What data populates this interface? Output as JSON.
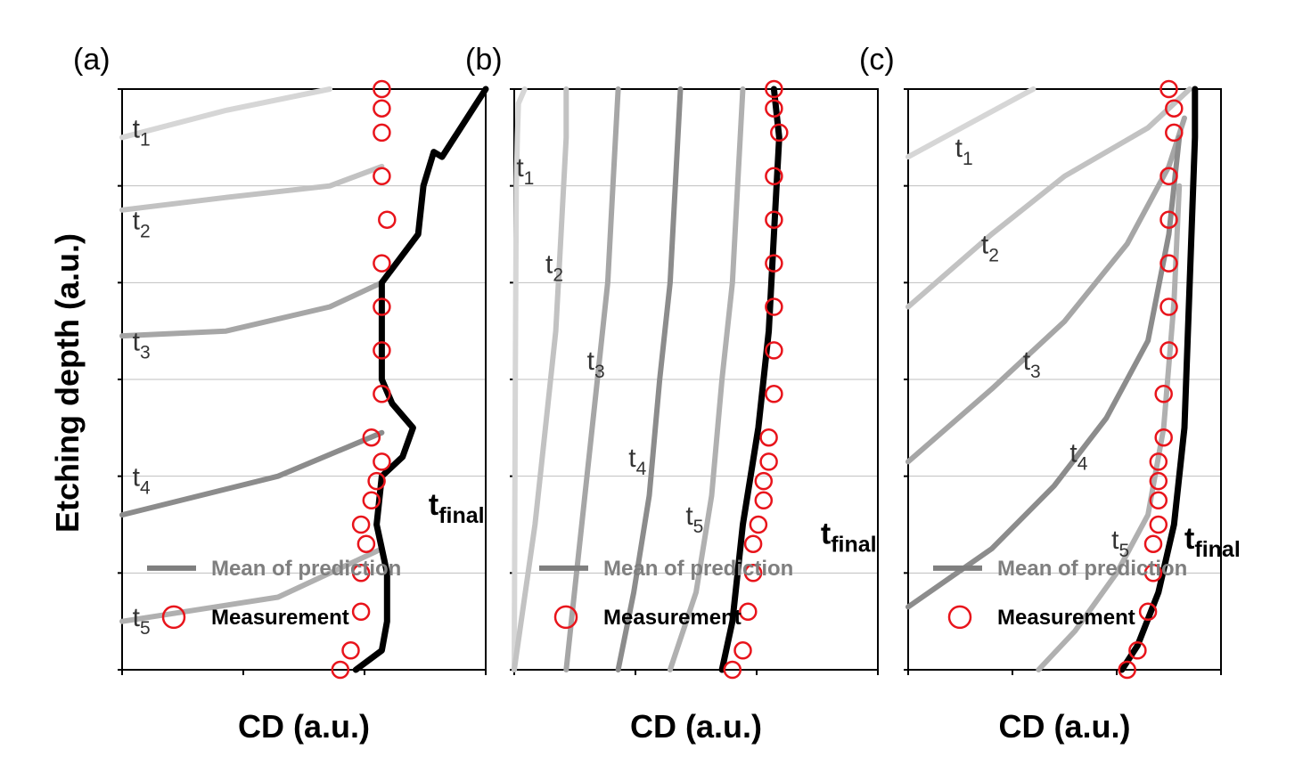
{
  "ylabel": "Etching depth (a.u.)",
  "colors": {
    "t1": "#d6d6d6",
    "t2": "#c2c2c2",
    "t3": "#a6a6a6",
    "t4": "#8c8c8c",
    "t5": "#b0b0b0",
    "final": "#000000",
    "measurement": "#e8141b",
    "grid": "#bfbfbf"
  },
  "chart_data": [
    {
      "type": "line",
      "panel_label": "(a)",
      "xlabel": "CD (a.u.)",
      "xlim": [
        0,
        3.5
      ],
      "ylim": [
        0,
        6
      ],
      "x_ticks": 3,
      "y_ticks": 6,
      "grid": true,
      "legend": {
        "placement": "bottom-left",
        "mean_label": "Mean of prediction",
        "measurement_label": "Measurement"
      },
      "final_label": {
        "main": "t",
        "sub": "final",
        "x": 2.95,
        "y": 1.6
      },
      "series": [
        {
          "id": "t1",
          "label": {
            "main": "t",
            "sub": "1",
            "x": 0.1,
            "y": 5.5
          },
          "x": [
            0,
            1.0,
            2.0
          ],
          "y": [
            5.5,
            5.78,
            6.0
          ]
        },
        {
          "id": "t2",
          "label": {
            "main": "t",
            "sub": "2",
            "x": 0.1,
            "y": 4.55
          },
          "x": [
            0,
            1.0,
            2.0,
            2.5
          ],
          "y": [
            4.75,
            4.88,
            5.0,
            5.2
          ]
        },
        {
          "id": "t3",
          "label": {
            "main": "t",
            "sub": "3",
            "x": 0.1,
            "y": 3.3
          },
          "x": [
            0,
            1.0,
            2.0,
            2.5
          ],
          "y": [
            3.45,
            3.5,
            3.75,
            4.0
          ]
        },
        {
          "id": "t4",
          "label": {
            "main": "t",
            "sub": "4",
            "x": 0.1,
            "y": 1.9
          },
          "x": [
            0,
            1.5,
            2.5
          ],
          "y": [
            1.6,
            2.0,
            2.45
          ]
        },
        {
          "id": "t5",
          "label": {
            "main": "t",
            "sub": "5",
            "x": 0.1,
            "y": 0.45
          },
          "x": [
            0,
            1.5,
            2.5
          ],
          "y": [
            0.5,
            0.75,
            1.25
          ]
        },
        {
          "id": "final",
          "x": [
            2.25,
            2.5,
            2.55,
            2.55,
            2.45,
            2.5,
            2.7,
            2.8,
            2.6,
            2.5,
            2.5,
            2.85,
            2.9,
            3.0,
            3.08,
            3.2,
            3.5
          ],
          "y": [
            0,
            0.2,
            0.5,
            1.0,
            1.5,
            2.0,
            2.2,
            2.5,
            2.75,
            3.0,
            4.0,
            4.5,
            5.0,
            5.35,
            5.3,
            5.5,
            6.0
          ]
        }
      ],
      "measurements": {
        "x": [
          2.1,
          2.2,
          2.3,
          2.3,
          2.35,
          2.3,
          2.4,
          2.45,
          2.5,
          2.4,
          2.5,
          2.5,
          2.5,
          2.5,
          2.55,
          2.5,
          2.5,
          2.5,
          2.5
        ],
        "y": [
          0,
          0.2,
          0.6,
          1.0,
          1.3,
          1.5,
          1.75,
          1.95,
          2.15,
          2.4,
          2.85,
          3.3,
          3.75,
          4.2,
          4.65,
          5.1,
          5.55,
          5.8,
          6.0
        ]
      }
    },
    {
      "type": "line",
      "panel_label": "(b)",
      "xlabel": "CD (a.u.)",
      "xlim": [
        0,
        3.5
      ],
      "ylim": [
        0,
        6
      ],
      "x_ticks": 3,
      "y_ticks": 6,
      "grid": true,
      "legend": {
        "placement": "bottom-left",
        "mean_label": "Mean of prediction",
        "measurement_label": "Measurement"
      },
      "final_label": {
        "main": "t",
        "sub": "final",
        "x": 2.95,
        "y": 1.3
      },
      "series": [
        {
          "id": "t1",
          "label": {
            "main": "t",
            "sub": "1",
            "x": 0.02,
            "y": 5.1
          },
          "x": [
            0,
            0.01,
            0.02,
            0.03,
            0.04,
            0.1
          ],
          "y": [
            0,
            3.0,
            5.0,
            5.5,
            5.85,
            6.0
          ]
        },
        {
          "id": "t2",
          "label": {
            "main": "t",
            "sub": "2",
            "x": 0.3,
            "y": 4.1
          },
          "x": [
            0,
            0.2,
            0.3,
            0.4,
            0.45,
            0.5,
            0.5
          ],
          "y": [
            0,
            1.5,
            2.5,
            3.5,
            4.5,
            5.5,
            6.0
          ]
        },
        {
          "id": "t3",
          "label": {
            "main": "t",
            "sub": "3",
            "x": 0.7,
            "y": 3.1
          },
          "x": [
            0.5,
            0.6,
            0.7,
            0.8,
            0.9,
            0.95,
            1.0
          ],
          "y": [
            0,
            1.0,
            2.0,
            3.0,
            4.0,
            5.0,
            6.0
          ]
        },
        {
          "id": "t4",
          "label": {
            "main": "t",
            "sub": "4",
            "x": 1.1,
            "y": 2.1
          },
          "x": [
            1.0,
            1.15,
            1.3,
            1.4,
            1.5,
            1.55,
            1.6
          ],
          "y": [
            0,
            0.8,
            1.8,
            3.0,
            4.0,
            5.0,
            6.0
          ]
        },
        {
          "id": "t5",
          "label": {
            "main": "t",
            "sub": "5",
            "x": 1.65,
            "y": 1.5
          },
          "x": [
            1.5,
            1.75,
            1.9,
            2.0,
            2.1,
            2.15,
            2.2
          ],
          "y": [
            0,
            0.8,
            1.8,
            3.0,
            4.0,
            5.0,
            6.0
          ]
        },
        {
          "id": "final",
          "x": [
            2.0,
            2.1,
            2.2,
            2.35,
            2.45,
            2.5,
            2.55,
            2.5
          ],
          "y": [
            0,
            0.5,
            1.5,
            2.5,
            3.5,
            4.5,
            5.5,
            6.0
          ]
        }
      ],
      "measurements": {
        "x": [
          2.1,
          2.2,
          2.25,
          2.3,
          2.3,
          2.35,
          2.4,
          2.4,
          2.45,
          2.45,
          2.5,
          2.5,
          2.5,
          2.5,
          2.5,
          2.5,
          2.55,
          2.5,
          2.5
        ],
        "y": [
          0,
          0.2,
          0.6,
          1.0,
          1.3,
          1.5,
          1.75,
          1.95,
          2.15,
          2.4,
          2.85,
          3.3,
          3.75,
          4.2,
          4.65,
          5.1,
          5.55,
          5.8,
          6.0
        ]
      }
    },
    {
      "type": "line",
      "panel_label": "(c)",
      "xlabel": "CD (a.u.)",
      "xlim": [
        0,
        3.0
      ],
      "ylim": [
        0,
        6
      ],
      "x_ticks": 3,
      "y_ticks": 6,
      "grid": true,
      "legend": {
        "placement": "bottom-left",
        "mean_label": "Mean of prediction",
        "measurement_label": "Measurement"
      },
      "final_label": {
        "main": "t",
        "sub": "final",
        "x": 2.65,
        "y": 1.25
      },
      "series": [
        {
          "id": "t1",
          "label": {
            "main": "t",
            "sub": "1",
            "x": 0.45,
            "y": 5.3
          },
          "x": [
            0,
            0.6,
            1.2
          ],
          "y": [
            5.3,
            5.65,
            6.0
          ]
        },
        {
          "id": "t2",
          "label": {
            "main": "t",
            "sub": "2",
            "x": 0.7,
            "y": 4.3
          },
          "x": [
            0,
            0.8,
            1.5,
            2.3,
            2.7
          ],
          "y": [
            3.75,
            4.5,
            5.1,
            5.6,
            6.0
          ]
        },
        {
          "id": "t3",
          "label": {
            "main": "t",
            "sub": "3",
            "x": 1.1,
            "y": 3.1
          },
          "x": [
            0,
            0.8,
            1.5,
            2.1,
            2.5,
            2.65
          ],
          "y": [
            2.15,
            2.9,
            3.6,
            4.4,
            5.2,
            5.7
          ]
        },
        {
          "id": "t4",
          "label": {
            "main": "t",
            "sub": "4",
            "x": 1.55,
            "y": 2.15
          },
          "x": [
            0,
            0.8,
            1.4,
            1.9,
            2.3,
            2.5,
            2.6
          ],
          "y": [
            0.65,
            1.25,
            1.9,
            2.6,
            3.4,
            4.5,
            5.5
          ]
        },
        {
          "id": "t5",
          "label": {
            "main": "t",
            "sub": "5",
            "x": 1.95,
            "y": 1.25
          },
          "x": [
            1.25,
            1.6,
            2.0,
            2.3,
            2.45,
            2.55,
            2.6
          ],
          "y": [
            0,
            0.4,
            1.0,
            1.6,
            2.5,
            3.8,
            5.0
          ]
        },
        {
          "id": "final",
          "x": [
            2.05,
            2.2,
            2.4,
            2.55,
            2.65,
            2.7,
            2.75,
            2.75
          ],
          "y": [
            0,
            0.25,
            0.8,
            1.5,
            2.5,
            4.0,
            5.5,
            6.0
          ]
        }
      ],
      "measurements": {
        "x": [
          2.1,
          2.2,
          2.3,
          2.35,
          2.35,
          2.4,
          2.4,
          2.4,
          2.4,
          2.45,
          2.45,
          2.5,
          2.5,
          2.5,
          2.5,
          2.5,
          2.55,
          2.55,
          2.5
        ],
        "y": [
          0,
          0.2,
          0.6,
          1.0,
          1.3,
          1.5,
          1.75,
          1.95,
          2.15,
          2.4,
          2.85,
          3.3,
          3.75,
          4.2,
          4.65,
          5.1,
          5.55,
          5.8,
          6.0
        ]
      }
    }
  ]
}
